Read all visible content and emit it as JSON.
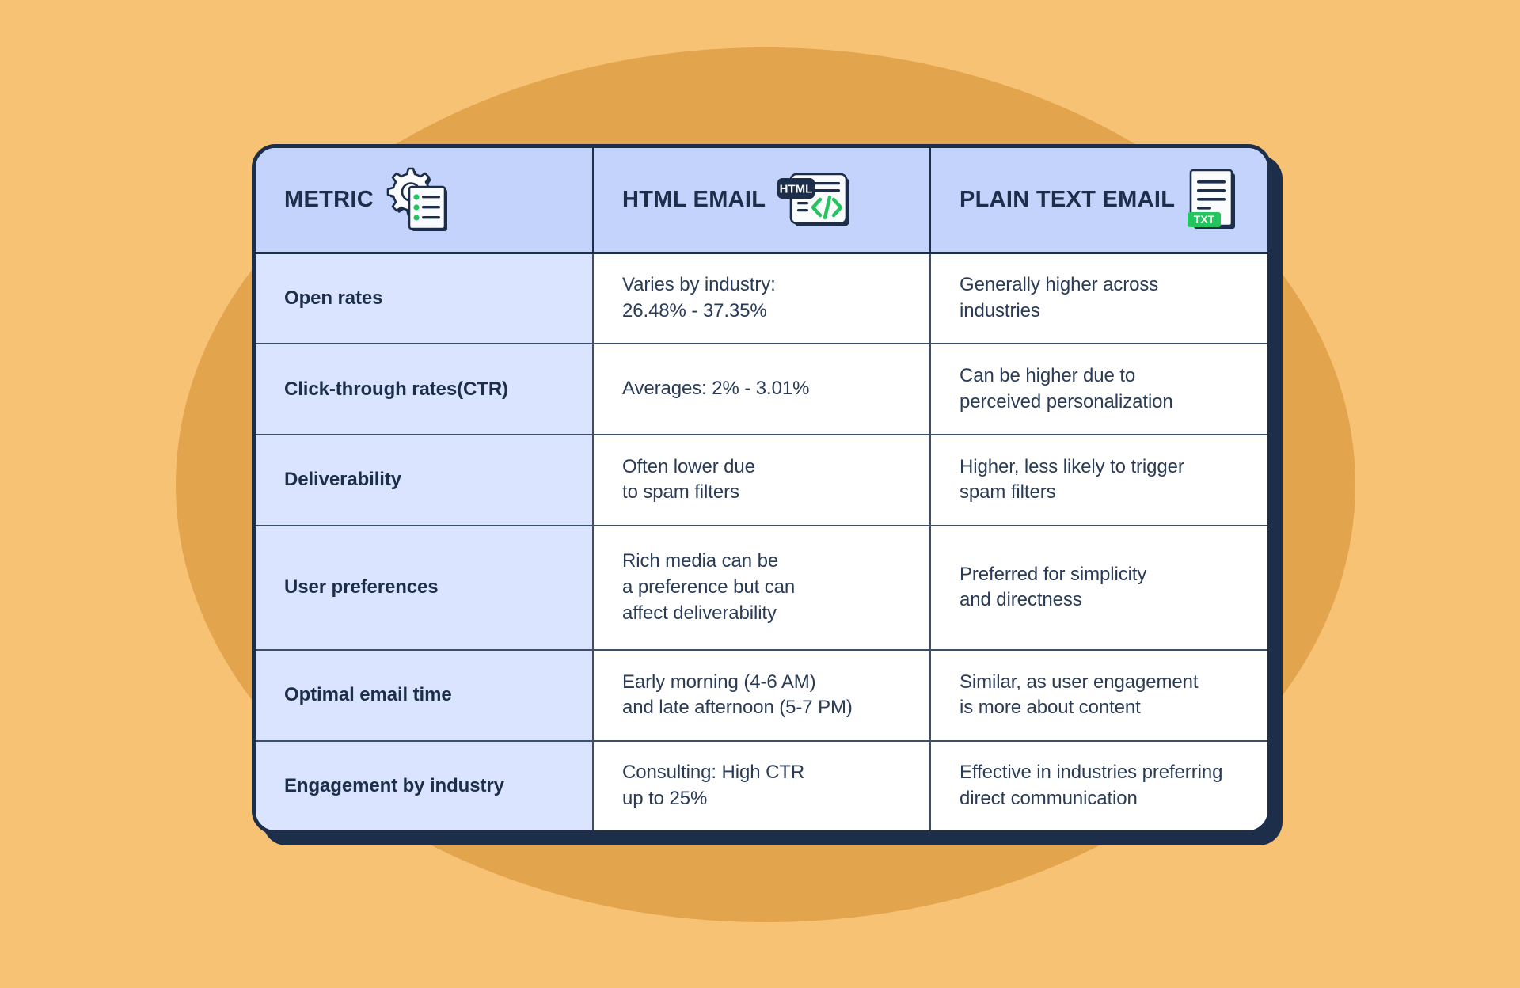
{
  "theme": {
    "page_bg": "#F8C275",
    "blob": "#E2A44D",
    "card_border": "#1C2E4A",
    "header_bg": "#C3D3FB",
    "metric_bg": "#DAE4FE",
    "value_bg": "#FFFFFF",
    "text": "#1C2E4A",
    "accent_green": "#22C55E"
  },
  "table": {
    "columns": [
      {
        "label": "METRIC",
        "icon": "gear-checklist-icon"
      },
      {
        "label": "HTML EMAIL",
        "icon": "html-code-card-icon"
      },
      {
        "label": "PLAIN TEXT EMAIL",
        "icon": "txt-document-icon"
      }
    ],
    "rows": [
      {
        "metric": "Open rates",
        "html_email": [
          "Varies by industry:",
          "26.48% - 37.35%"
        ],
        "plain_text": [
          "Generally higher across",
          "industries"
        ]
      },
      {
        "metric": "Click-through rates(CTR)",
        "html_email": [
          "Averages: 2% - 3.01%"
        ],
        "plain_text": [
          "Can be higher due to",
          "perceived personalization"
        ]
      },
      {
        "metric": "Deliverability",
        "html_email": [
          "Often lower due",
          "to spam filters"
        ],
        "plain_text": [
          "Higher, less likely to trigger",
          "spam filters"
        ]
      },
      {
        "metric": "User preferences",
        "html_email": [
          "Rich media can be",
          "a preference but can",
          "affect deliverability"
        ],
        "plain_text": [
          "Preferred for simplicity",
          "and directness"
        ]
      },
      {
        "metric": "Optimal email time",
        "html_email": [
          "Early morning (4-6 AM)",
          "and late afternoon (5-7 PM)"
        ],
        "plain_text": [
          "Similar, as user engagement",
          "is more about content"
        ]
      },
      {
        "metric": "Engagement by industry",
        "html_email": [
          "Consulting: High CTR",
          "up to 25%"
        ],
        "plain_text": [
          "Effective in industries preferring",
          "direct communication"
        ]
      }
    ]
  },
  "icon_labels": {
    "html_badge": "HTML",
    "txt_badge": "TXT"
  }
}
